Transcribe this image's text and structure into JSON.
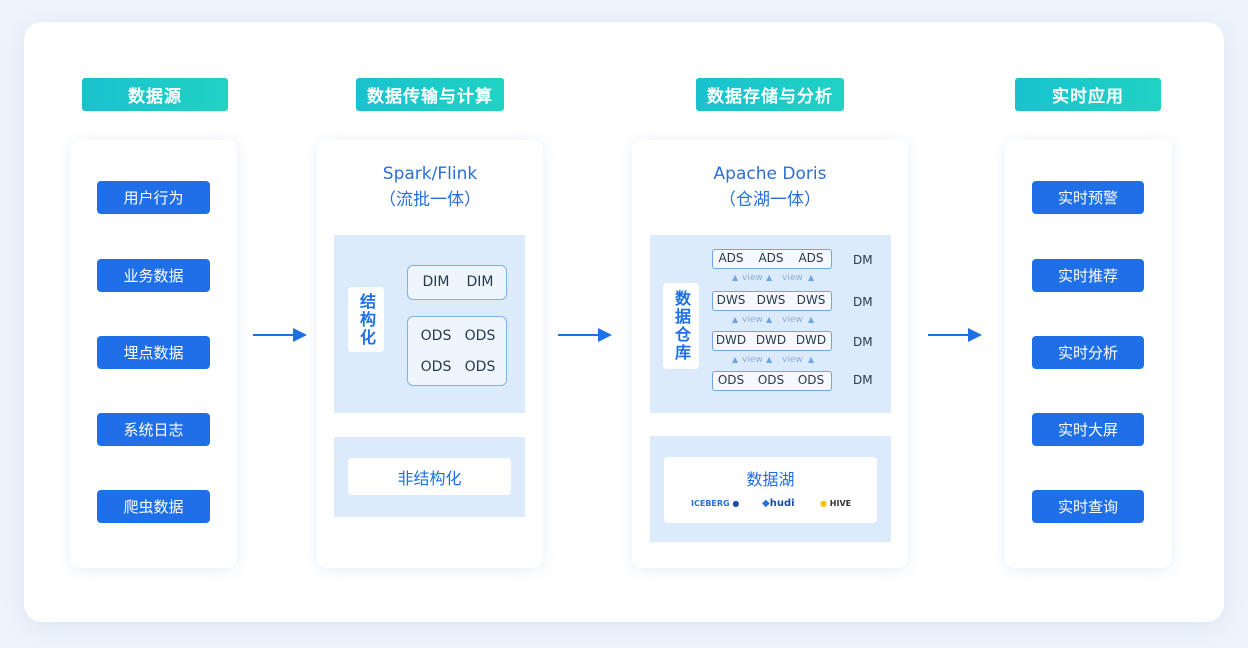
{
  "columns": {
    "sources": {
      "header": "数据源",
      "items": [
        "用户行为",
        "业务数据",
        "埋点数据",
        "系统日志",
        "爬虫数据"
      ]
    },
    "compute": {
      "header": "数据传输与计算",
      "title": "Spark/Flink",
      "subtitle": "（流批一体）",
      "structured_label": "结构化",
      "dim_row": [
        "DIM",
        "DIM"
      ],
      "ods_rows": [
        [
          "ODS",
          "ODS"
        ],
        [
          "ODS",
          "ODS"
        ]
      ],
      "unstructured_label": "非结构化"
    },
    "storage": {
      "header": "数据存储与分析",
      "title": "Apache Doris",
      "subtitle": "（仓湖一体）",
      "warehouse_label": "数据仓库",
      "layers": [
        {
          "cells": [
            "ADS",
            "ADS",
            "ADS"
          ],
          "dm": "DM"
        },
        {
          "cells": [
            "DWS",
            "DWS",
            "DWS"
          ],
          "dm": "DM"
        },
        {
          "cells": [
            "DWD",
            "DWD",
            "DWD"
          ],
          "dm": "DM"
        },
        {
          "cells": [
            "ODS",
            "ODS",
            "ODS"
          ],
          "dm": "DM"
        }
      ],
      "view_label": "view",
      "lake_label": "数据湖",
      "lake_logos": [
        "ICEBERG",
        "hudi",
        "HIVE"
      ]
    },
    "apps": {
      "header": "实时应用",
      "items": [
        "实时预警",
        "实时推荐",
        "实时分析",
        "实时大屏",
        "实时查询"
      ]
    }
  },
  "colors": {
    "header_gradient": [
      "#19c2cf",
      "#20d2c4"
    ],
    "accent_blue": "#1f6fe8",
    "light_box": "#dcebfb"
  }
}
